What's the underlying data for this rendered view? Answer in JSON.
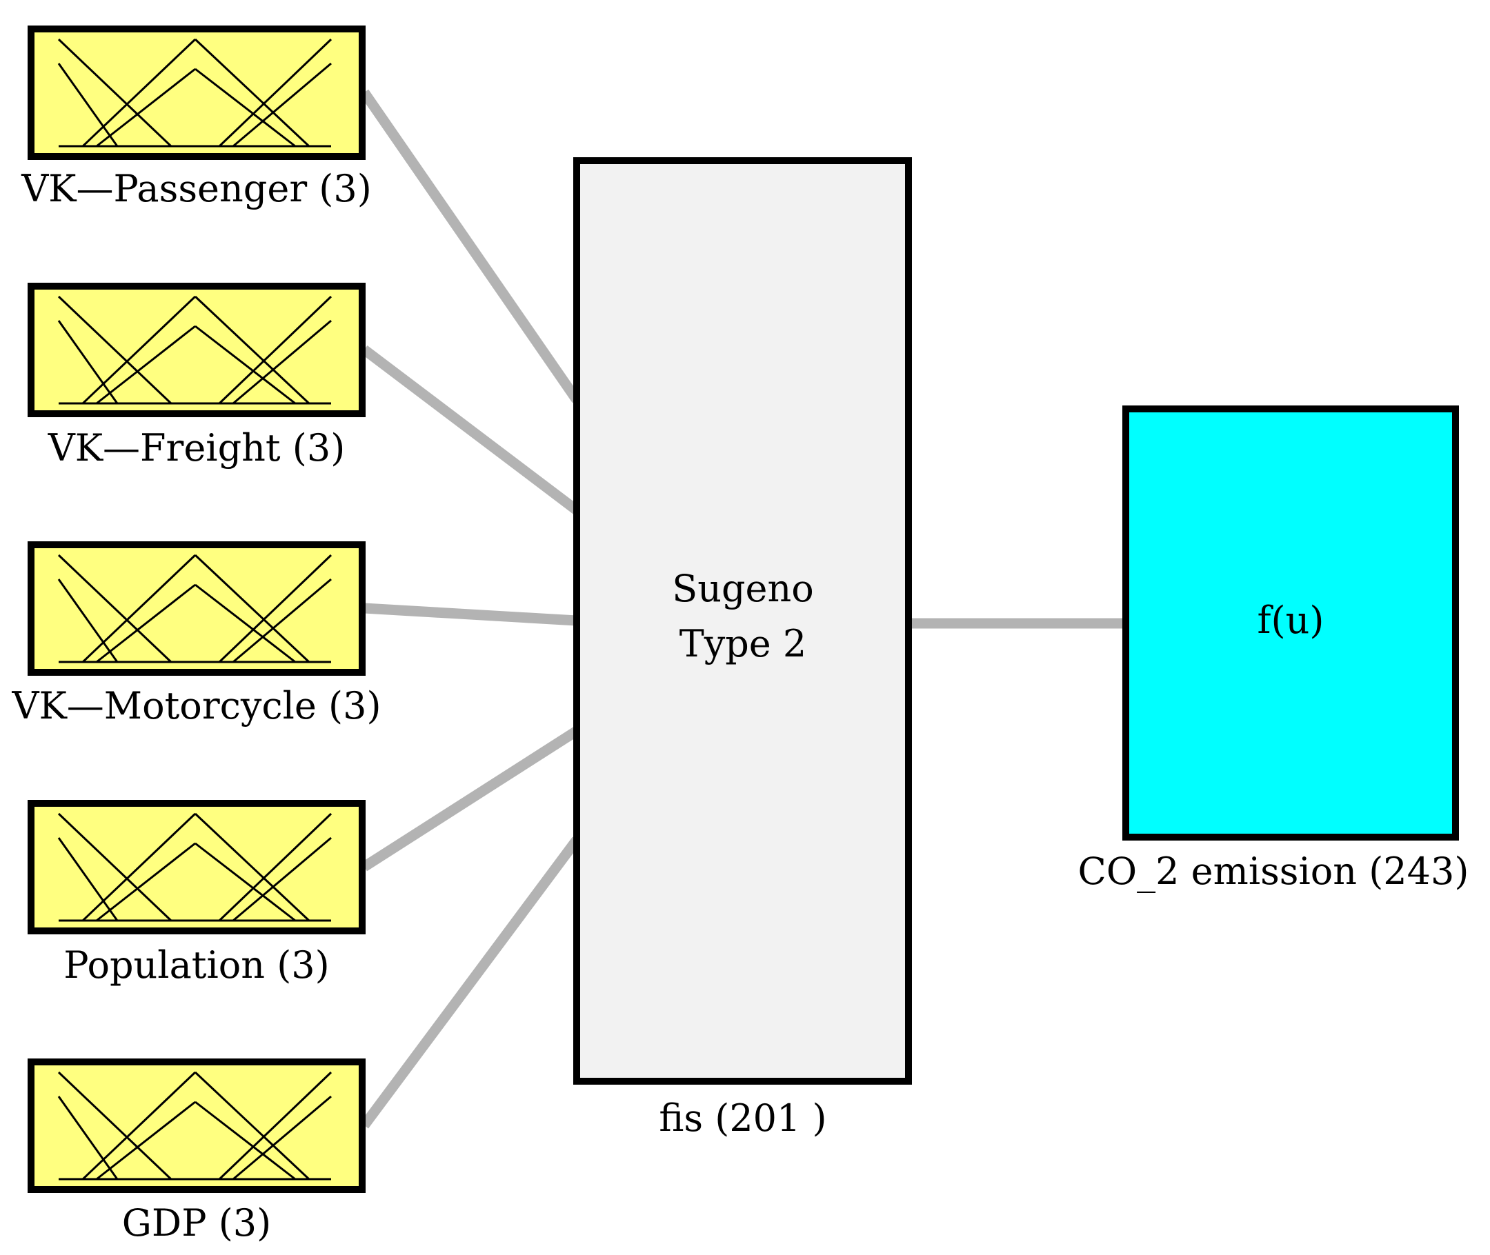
{
  "diagram": {
    "inputs": [
      {
        "label": "VK—Passenger (3)"
      },
      {
        "label": "VK—Freight (3)"
      },
      {
        "label": "VK—Motorcycle (3)"
      },
      {
        "label": "Population (3)"
      },
      {
        "label": "GDP (3)"
      }
    ],
    "fis": {
      "title_line1": "Sugeno",
      "title_line2": "Type 2",
      "caption": "fis (201 )"
    },
    "output": {
      "symbol": "f(u)",
      "caption": "CO_2 emission (243)"
    },
    "colors": {
      "input_fill": "#ffff80",
      "fis_fill": "#f2f2f2",
      "output_fill": "#00ffff",
      "connector": "#b3b3b3",
      "border": "#000000"
    },
    "icons": {
      "input": "membership-functions-icon"
    }
  }
}
